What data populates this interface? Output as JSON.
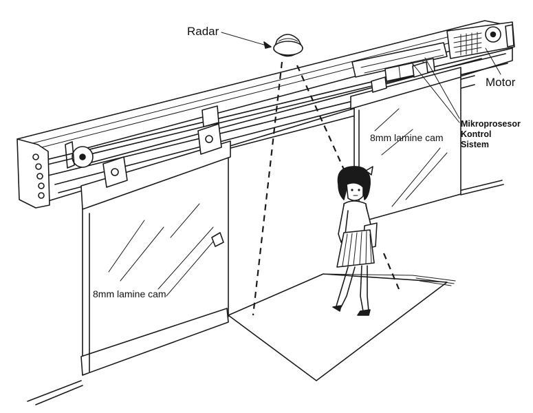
{
  "labels": {
    "radar": "Radar",
    "motor": "Motor",
    "mikroprosesor": [
      "Mikroprosesor",
      "Kontrol",
      "Sistem"
    ],
    "glass_right": "8mm lamine cam",
    "glass_left": "8mm lamine cam"
  },
  "colors": {
    "ink": "#1a1a1a",
    "paper": "#ffffff"
  }
}
